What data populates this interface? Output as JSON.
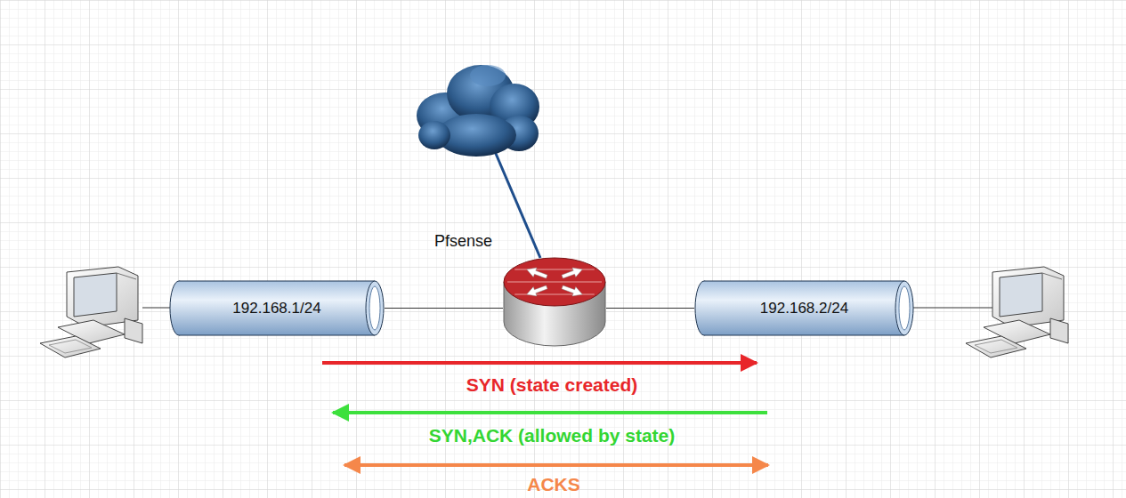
{
  "diagram": {
    "nodes": [
      {
        "text": [
          "192.168.1/24"
        ]
      },
      {
        "text": [
          "Pfsense"
        ]
      },
      {
        "text": [
          "192.168.2/24"
        ]
      }
    ],
    "edges": [
      {
        "from": 0,
        "to": 1,
        "arrow": "none"
      },
      {
        "from": 1,
        "to": 2,
        "arrow": "none"
      }
    ],
    "labels": [
      "SYN (state created)",
      "SYN,ACK (allowed by state)",
      "ACKS"
    ]
  }
}
